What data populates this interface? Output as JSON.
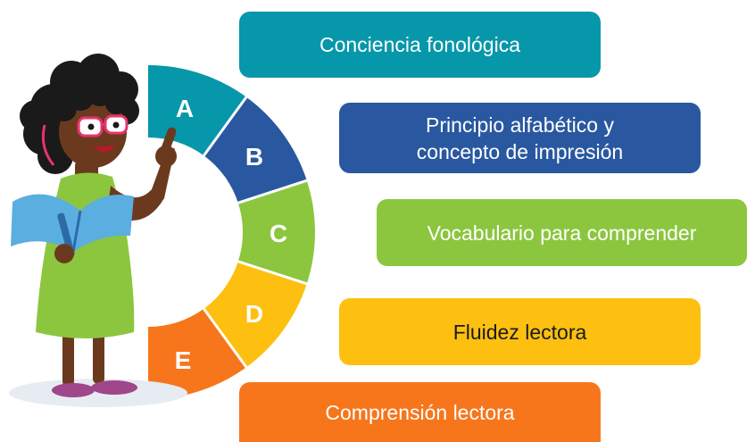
{
  "segments": [
    {
      "letter": "A",
      "label_lines": [
        "Conciencia fonológica"
      ],
      "color": "#0797aa",
      "text_color": "#ffffff"
    },
    {
      "letter": "B",
      "label_lines": [
        "Principio alfabético y",
        "concepto de impresión"
      ],
      "color": "#2a58a0",
      "text_color": "#ffffff"
    },
    {
      "letter": "C",
      "label_lines": [
        "Vocabulario para comprender"
      ],
      "color": "#8cc63f",
      "text_color": "#ffffff"
    },
    {
      "letter": "D",
      "label_lines": [
        "Fluidez lectora"
      ],
      "color": "#fdc010",
      "text_color": "#1a1a1a"
    },
    {
      "letter": "E",
      "label_lines": [
        "Comprensión lectora"
      ],
      "color": "#f7761b",
      "text_color": "#ffffff"
    }
  ],
  "illustration": {
    "skin": "#6b3a1e",
    "hair": "#1a1a1a",
    "dress": "#8cc63f",
    "book": "#5aaee0",
    "glasses": "#e8336f",
    "shoes": "#a0468a"
  }
}
